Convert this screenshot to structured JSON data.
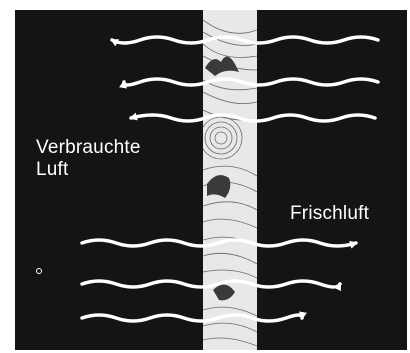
{
  "labels": {
    "used_air_line1": "Verbrauchte",
    "used_air_line2": "Luft",
    "fresh_air": "Frischluft"
  },
  "colors": {
    "background": "#141414",
    "arrow": "#ffffff",
    "wall": "#e8e8e8",
    "wall_grain": "#6a6a6a"
  }
}
